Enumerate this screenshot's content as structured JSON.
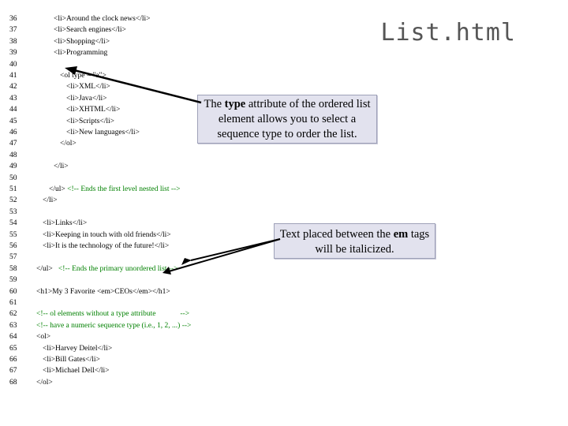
{
  "title": "List.html",
  "code_lines": [
    {
      "n": "36",
      "indent": 68,
      "text": "<li>Around the clock news</li>",
      "comment": ""
    },
    {
      "n": "37",
      "indent": 68,
      "text": "<li>Search engines</li>",
      "comment": ""
    },
    {
      "n": "38",
      "indent": 68,
      "text": "<li>Shopping</li>",
      "comment": ""
    },
    {
      "n": "39",
      "indent": 68,
      "text": "<li>Programming",
      "comment": ""
    },
    {
      "n": "40",
      "indent": 68,
      "text": "",
      "comment": ""
    },
    {
      "n": "41",
      "indent": 76,
      "text": "<ol type = \"a\">",
      "comment": ""
    },
    {
      "n": "42",
      "indent": 84,
      "text": "<li>XML</li>",
      "comment": ""
    },
    {
      "n": "43",
      "indent": 84,
      "text": "<li>Java</li>",
      "comment": ""
    },
    {
      "n": "44",
      "indent": 84,
      "text": "<li>XHTML</li>",
      "comment": ""
    },
    {
      "n": "45",
      "indent": 84,
      "text": "<li>Scripts</li>",
      "comment": ""
    },
    {
      "n": "46",
      "indent": 84,
      "text": "<li>New languages</li>",
      "comment": ""
    },
    {
      "n": "47",
      "indent": 76,
      "text": "</ol>",
      "comment": ""
    },
    {
      "n": "48",
      "indent": 68,
      "text": "",
      "comment": ""
    },
    {
      "n": "49",
      "indent": 68,
      "text": "</li>",
      "comment": ""
    },
    {
      "n": "50",
      "indent": 68,
      "text": "",
      "comment": ""
    },
    {
      "n": "51",
      "indent": 62,
      "text": "</ul> ",
      "comment": "<!-- Ends the first level nested list -->"
    },
    {
      "n": "52",
      "indent": 54,
      "text": "</li>",
      "comment": ""
    },
    {
      "n": "53",
      "indent": 54,
      "text": "",
      "comment": ""
    },
    {
      "n": "54",
      "indent": 54,
      "text": "<li>Links</li>",
      "comment": ""
    },
    {
      "n": "55",
      "indent": 54,
      "text": "<li>Keeping in touch with old friends</li>",
      "comment": ""
    },
    {
      "n": "56",
      "indent": 54,
      "text": "<li>It is the technology of the future!</li>",
      "comment": ""
    },
    {
      "n": "57",
      "indent": 54,
      "text": "",
      "comment": ""
    },
    {
      "n": "58",
      "indent": 46,
      "text": "</ul>   ",
      "comment": "<!-- Ends the primary unordered list -->"
    },
    {
      "n": "59",
      "indent": 46,
      "text": "",
      "comment": ""
    },
    {
      "n": "60",
      "indent": 46,
      "text": "<h1>My 3 Favorite <em>CEOs</em></h1>",
      "comment": ""
    },
    {
      "n": "61",
      "indent": 46,
      "text": "",
      "comment": ""
    },
    {
      "n": "62",
      "indent": 46,
      "text": "",
      "comment": "<!-- ol elements without a type attribute             -->"
    },
    {
      "n": "63",
      "indent": 46,
      "text": "",
      "comment": "<!-- have a numeric sequence type (i.e., 1, 2, ...) -->"
    },
    {
      "n": "64",
      "indent": 46,
      "text": "<ol>",
      "comment": ""
    },
    {
      "n": "65",
      "indent": 54,
      "text": "<li>Harvey Deitel</li>",
      "comment": ""
    },
    {
      "n": "66",
      "indent": 54,
      "text": "<li>Bill Gates</li>",
      "comment": ""
    },
    {
      "n": "67",
      "indent": 54,
      "text": "<li>Michael Dell</li>",
      "comment": ""
    },
    {
      "n": "68",
      "indent": 46,
      "text": "</ol>",
      "comment": ""
    }
  ],
  "callout_type": {
    "before": "The ",
    "bold": "type",
    "after": " attribute of the ordered list element allows you to select a sequence type to order the list."
  },
  "callout_em": {
    "before": "Text placed between the ",
    "bold": "em",
    "after": " tags will be italicized."
  }
}
